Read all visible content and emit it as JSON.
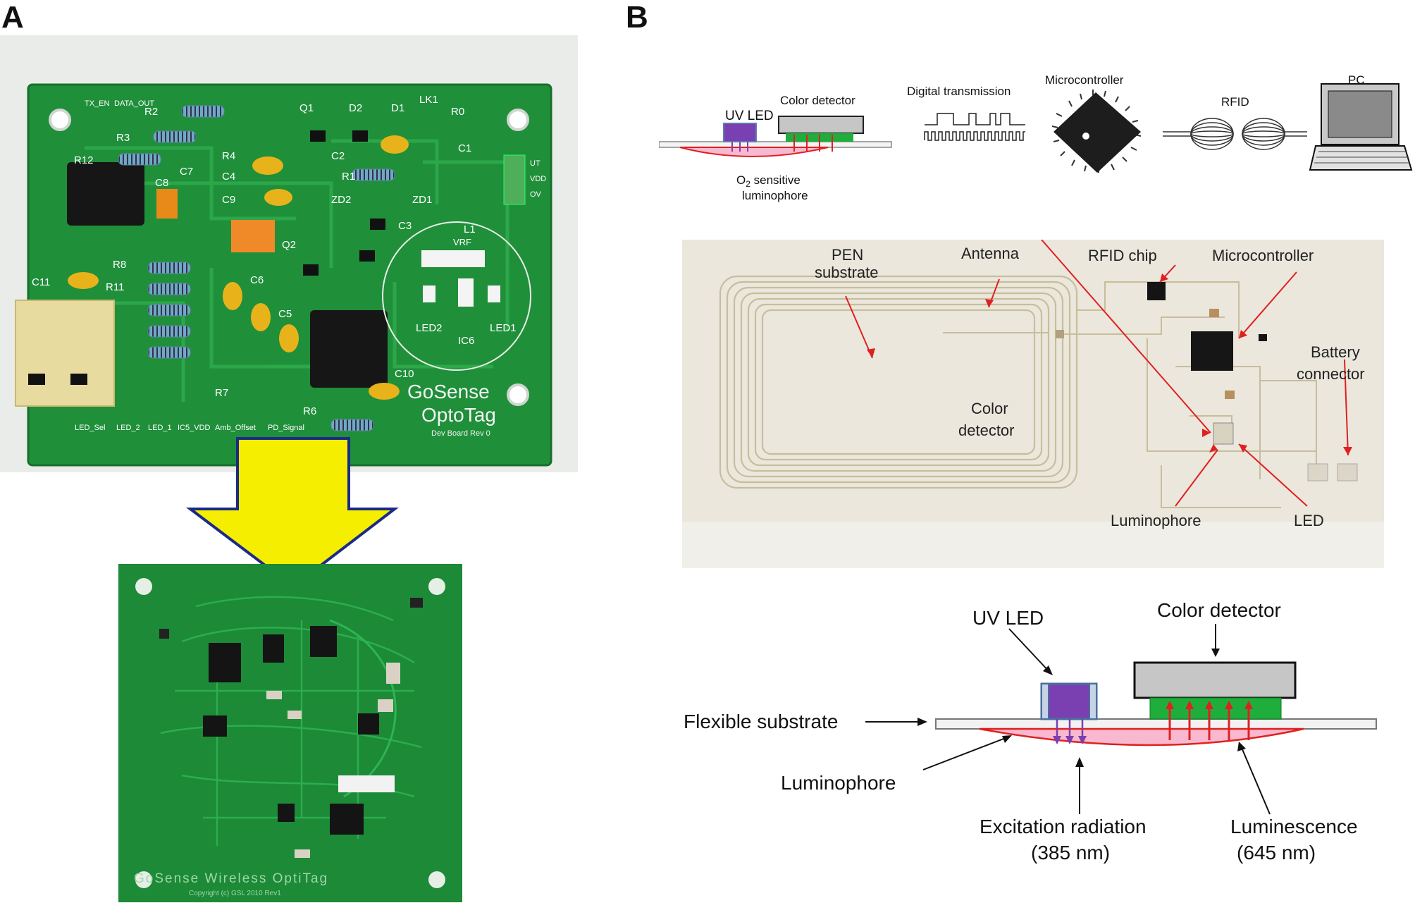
{
  "panels": {
    "a": {
      "letter": "A"
    },
    "b": {
      "letter": "B"
    }
  },
  "board_old": {
    "top_labels": [
      "TX_EN",
      "DATA_OUT"
    ],
    "component_labels": [
      "R2",
      "R3",
      "R12",
      "C7",
      "C8",
      "Q1",
      "D2",
      "D1",
      "LK1",
      "R0",
      "R4",
      "C4",
      "C9",
      "C2",
      "R1",
      "ZD2",
      "ZD1",
      "C1",
      "C3",
      "L1",
      "VRF",
      "R8",
      "R11",
      "C11",
      "Q2",
      "C6",
      "C5",
      "LED2",
      "LED1",
      "IC6",
      "R7",
      "R6",
      "C10",
      "UT",
      "VDD",
      "OV"
    ],
    "bottom_labels": [
      "LED_Sel",
      "LED_2",
      "LED_1",
      "IC5_VDD",
      "Amb_Offset",
      "PD_Signal"
    ],
    "logo_line1": "GoSense",
    "logo_line2": "OptoTag",
    "revision": "Dev Board Rev 0"
  },
  "board_new": {
    "silkscreen": "GoSense Wireless OptiTag",
    "copyright": "Copyright (c) GSL 2010 Rev1"
  },
  "schematic_top": {
    "uv_led": "UV LED",
    "color_detector": "Color detector",
    "luminophore_line1": "O",
    "luminophore_sub": "2",
    "luminophore_line1_rest": " sensitive",
    "luminophore_line2": "luminophore",
    "digital_transmission": "Digital transmission",
    "microcontroller": "Microcontroller",
    "rfid": "RFID",
    "pc": "PC"
  },
  "photo_tag": {
    "pen_line1": "PEN",
    "pen_line2": "substrate",
    "antenna": "Antenna",
    "rfid_chip": "RFID chip",
    "microcontroller": "Microcontroller",
    "battery_line1": "Battery",
    "battery_line2": "connector",
    "color_line1": "Color",
    "color_line2": "detector",
    "luminophore": "Luminophore",
    "led": "LED"
  },
  "cross_section": {
    "uv_led": "UV LED",
    "color_detector": "Color detector",
    "flexible_substrate": "Flexible substrate",
    "luminophore": "Luminophore",
    "excitation_line1": "Excitation radiation",
    "excitation_line2": "(385 nm)",
    "luminescence_line1": "Luminescence",
    "luminescence_line2": "(645 nm)"
  },
  "colors": {
    "pcb_green": "#1f8f3a",
    "arrow_yellow": "#f5ee00",
    "uv_led_purple": "#7a3fb0",
    "luminophore_pink": "#f7b8d0",
    "detector_green": "#1fae3c",
    "trace_red": "#e02020"
  }
}
